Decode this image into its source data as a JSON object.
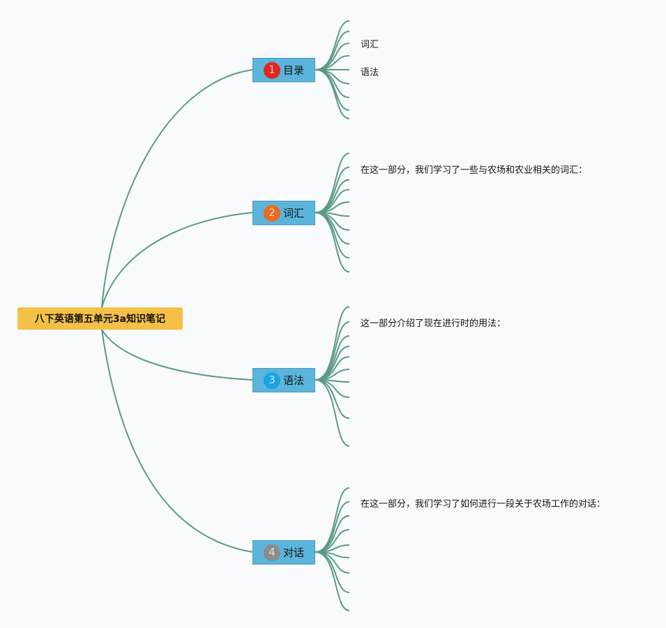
{
  "root": {
    "title": "八下英语第五单元3a知识笔记"
  },
  "branches": [
    {
      "number": "1",
      "label": "目录",
      "badge_color": "#e0261d",
      "leaves": [
        "词汇",
        "语法"
      ]
    },
    {
      "number": "2",
      "label": "词汇",
      "badge_color": "#e86a1e",
      "leaves": [
        "在这一部分，我们学习了一些与农场和农业相关的词汇："
      ]
    },
    {
      "number": "3",
      "label": "语法",
      "badge_color": "#1aa3e0",
      "leaves": [
        "这一部分介绍了现在进行时的用法："
      ]
    },
    {
      "number": "4",
      "label": "对话",
      "badge_color": "#8c8c8c",
      "leaves": [
        "在这一部分，我们学习了如何进行一段关于农场工作的对话："
      ]
    }
  ],
  "colors": {
    "connector": "#5a9a86",
    "root_fill": "#f5c046",
    "branch_fill": "#5bb5db"
  }
}
